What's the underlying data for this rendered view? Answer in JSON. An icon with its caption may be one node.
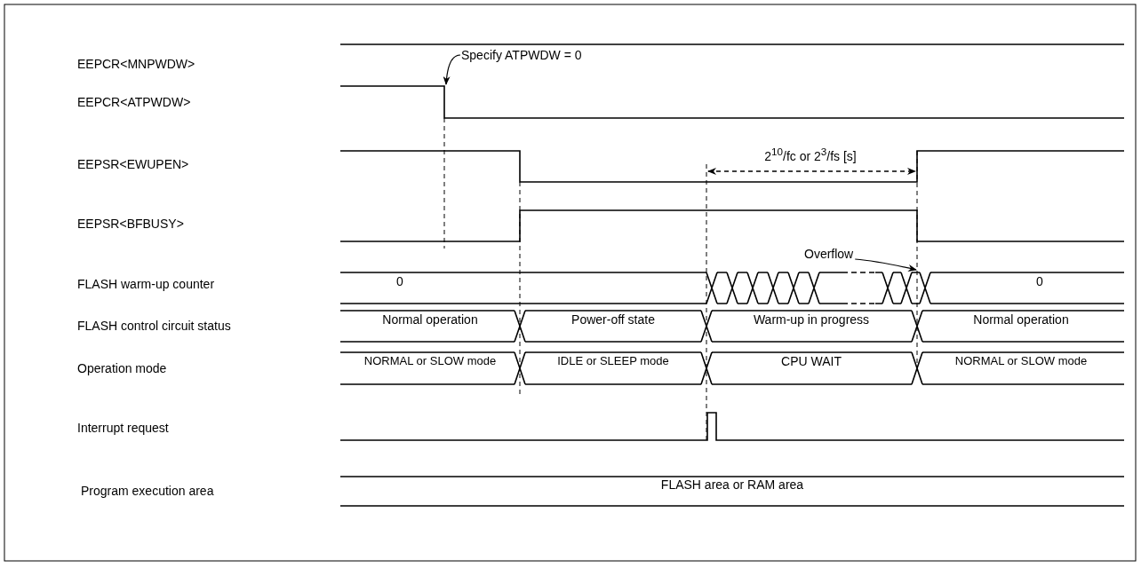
{
  "diagram": {
    "nodes": [
      {
        "text": [
          "Specify ATPWDW = 0"
        ]
      },
      {
        "text": [
          "Overflow"
        ]
      }
    ],
    "edges": [
      {
        "from": 0,
        "to": null,
        "arrow": "to"
      },
      {
        "from": 1,
        "to": null,
        "arrow": "to"
      }
    ],
    "labels": [
      "EEPCR<MNPWDW>",
      "EEPCR<ATPWDW>",
      "EEPSR<EWUPEN>",
      "2$^{10}$/fc or 2$^{3}$/fs [s]",
      "EEPSR<BFBUSY>",
      "FLASH warm-up counter",
      "0",
      "0",
      "FLASH control circuit status",
      "Normal operation",
      "Power-off state",
      "Warm-up in progress",
      "Normal operation",
      "Operation mode",
      "NORMAL or SLOW mode",
      "IDLE or SLEEP mode",
      "CPU WAIT",
      "NORMAL or SLOW mode",
      "Interrupt request",
      "Program execution area",
      "FLASH area or RAM area"
    ]
  }
}
